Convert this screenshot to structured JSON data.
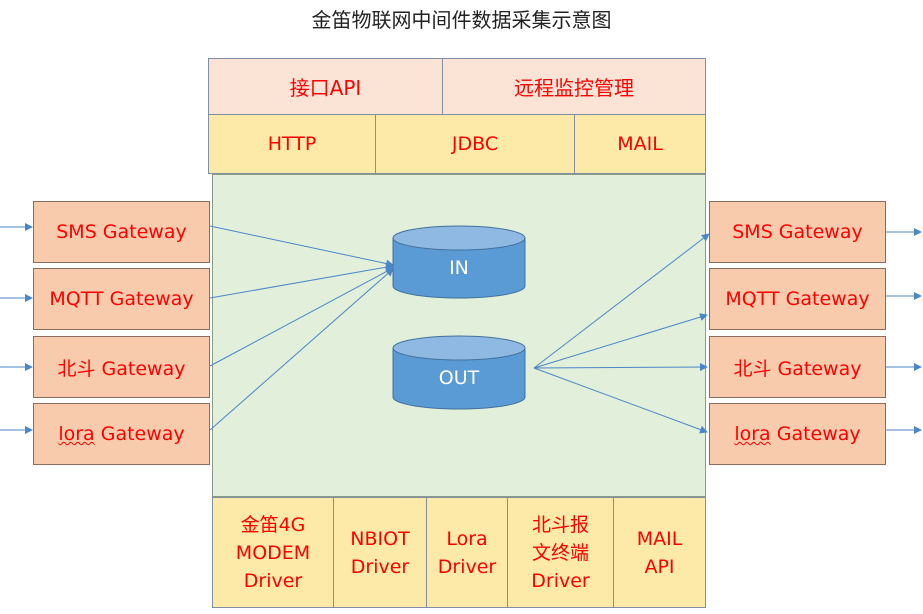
{
  "title": "金笛物联网中间件数据采集示意图",
  "top": {
    "api": "接口API",
    "remote": "远程监控管理"
  },
  "protocols": {
    "http": "HTTP",
    "jdbc": "JDBC",
    "mail": "MAIL"
  },
  "storage": {
    "in": "IN",
    "out": "OUT"
  },
  "left_gateways": {
    "sms_prefix": "",
    "sms": "SMS Gateway",
    "mqtt": "MQTT Gateway",
    "beidou": "北斗 Gateway",
    "lora_word": "lora",
    "lora_rest": " Gateway"
  },
  "right_gateways": {
    "sms": "SMS Gateway",
    "mqtt": "MQTT Gateway",
    "beidou": "北斗 Gateway",
    "lora_word": "lora",
    "lora_rest": " Gateway"
  },
  "drivers": {
    "modem": "金笛4G\nMODEM\nDriver",
    "nbiot": "NBIOT\nDriver",
    "lora": "Lora\nDriver",
    "beidou": "北斗报\n文终端\nDriver",
    "mail": "MAIL\nAPI"
  },
  "colors": {
    "label_red": "#ff0000",
    "arrow_blue": "#4a86c8",
    "cylinder_fill": "#5b9bd5",
    "center_green": "#e2efda",
    "gateway_peach": "#f8cbad",
    "protocol_yellow": "#fde9a8",
    "api_pink": "#fbe4d5"
  }
}
